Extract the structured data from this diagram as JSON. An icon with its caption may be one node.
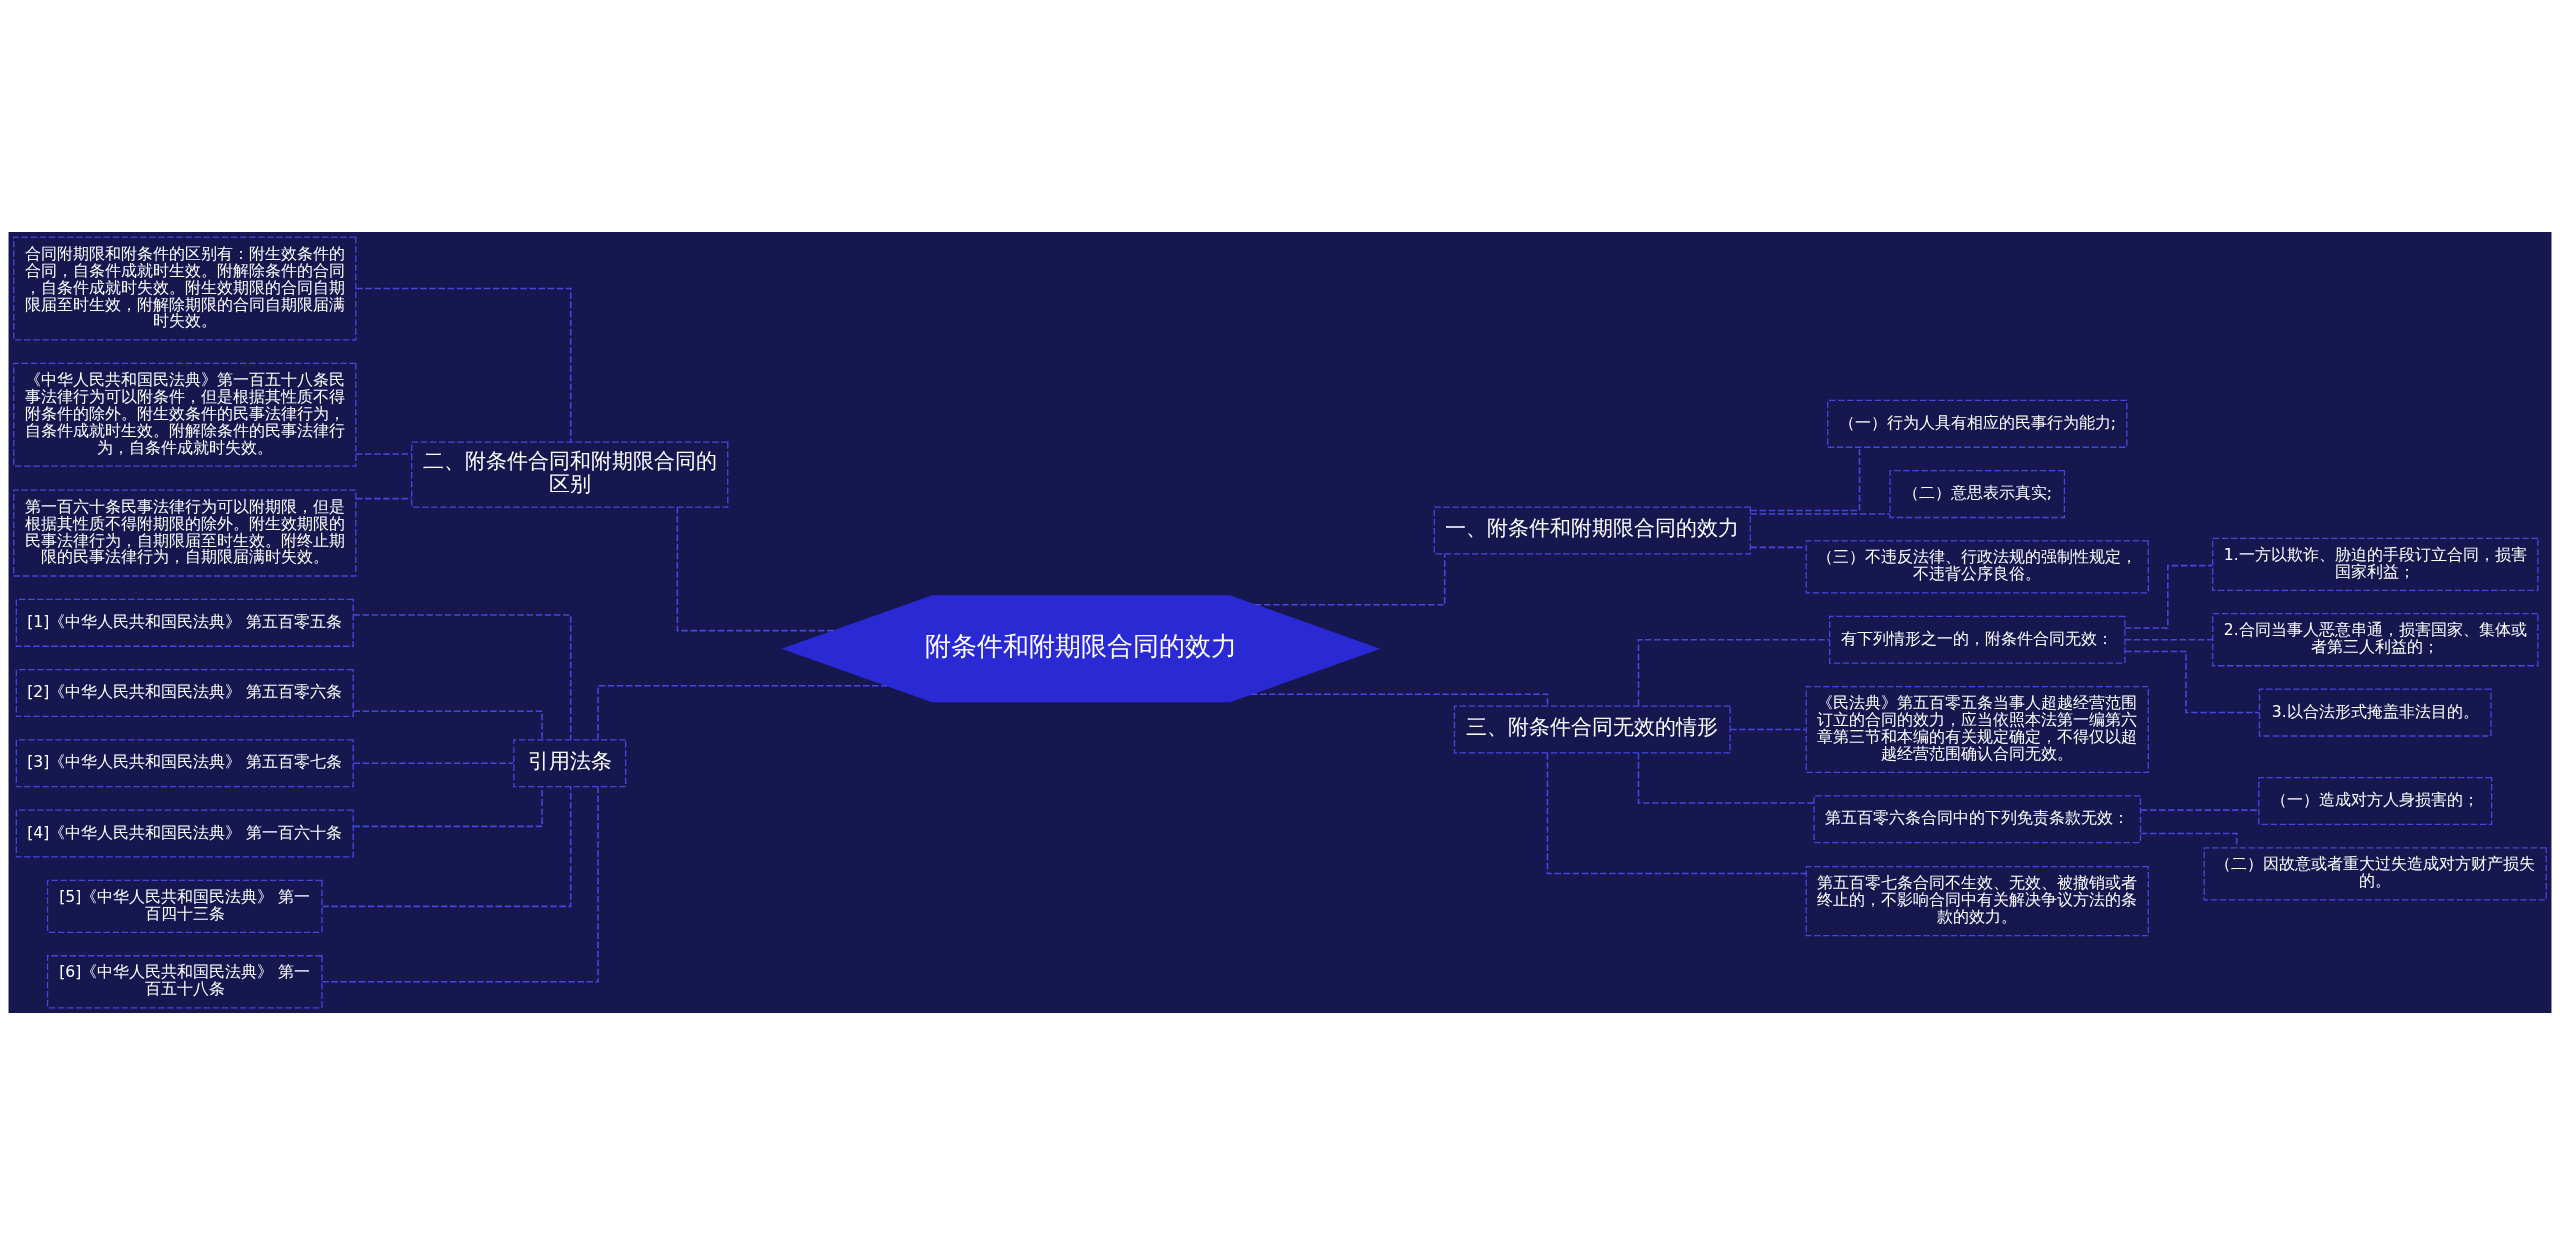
{
  "diagram": {
    "nodes": [
      {
        "text": [
          "附条件和附期限合同的效力"
        ]
      },
      {
        "text": [
          "二、附条件合同和附期限合同的区别"
        ]
      },
      {
        "text": [
          "合同附期限和附条件的区别有：附生效条件的合同，自条件成就时生效。附解除条件的合同，自条件成就时失效。附生效期限的合同自期限届至时生效，附解除期限的合同自期限届满时失效。"
        ]
      },
      {
        "text": [
          "《中华人民共和国民法典》第一百五十八条民事法律行为可以附条件，但是根据其性质不得附条件的除外。附生效条件的民事法律行为，自条件成就时生效。附解除条件的民事法律行为，自条件成就时失效。"
        ]
      },
      {
        "text": [
          "第一百六十条民事法律行为可以附期限，但是根据其性质不得附期限的除外。附生效期限的民事法律行为，自期限届至时生效。附终止期限的民事法律行为，自期限届满时失效。"
        ]
      },
      {
        "text": [
          "引用法条"
        ]
      },
      {
        "text": [
          "[1]《中华人民共和国民法典》 第五百零五条"
        ]
      },
      {
        "text": [
          "[2]《中华人民共和国民法典》 第五百零六条"
        ]
      },
      {
        "text": [
          "[3]《中华人民共和国民法典》 第五百零七条"
        ]
      },
      {
        "text": [
          "[4]《中华人民共和国民法典》 第一百六十条"
        ]
      },
      {
        "text": [
          "[5]《中华人民共和国民法典》 第一百四十三条"
        ]
      },
      {
        "text": [
          "[6]《中华人民共和国民法典》 第一百五十八条"
        ]
      },
      {
        "text": [
          "一、附条件和附期限合同的效力"
        ]
      },
      {
        "text": [
          "（一）行为人具有相应的民事行为能力;"
        ]
      },
      {
        "text": [
          "（二）意思表示真实;"
        ]
      },
      {
        "text": [
          "（三）不违反法律、行政法规的强制性规定，不违背公序良俗。"
        ]
      },
      {
        "text": [
          "三、附条件合同无效的情形"
        ]
      },
      {
        "text": [
          "有下列情形之一的，附条件合同无效："
        ]
      },
      {
        "text": [
          "1.一方以欺诈、胁迫的手段订立合同，损害国家利益；"
        ]
      },
      {
        "text": [
          "2.合同当事人恶意串通，损害国家、集体或者第三人利益的；"
        ]
      },
      {
        "text": [
          "3.以合法形式掩盖非法目的。"
        ]
      },
      {
        "text": [
          "《民法典》第五百零五条当事人超越经营范围订立的合同的效力，应当依照本法第一编第六章第三节和本编的有关规定确定，不得仅以超越经营范围确认合同无效。"
        ]
      },
      {
        "text": [
          "第五百零六条合同中的下列免责条款无效："
        ]
      },
      {
        "text": [
          "（一）造成对方人身损害的；"
        ]
      },
      {
        "text": [
          "（二）因故意或者重大过失造成对方财产损失的。"
        ]
      },
      {
        "text": [
          "第五百零七条合同不生效、无效、被撤销或者终止的，不影响合同中有关解决争议方法的条款的效力。"
        ]
      }
    ],
    "edges": [
      {
        "from": 0,
        "to": 1,
        "arrow": "none"
      },
      {
        "from": 1,
        "to": 2,
        "arrow": "none"
      },
      {
        "from": 1,
        "to": 3,
        "arrow": "none"
      },
      {
        "from": 1,
        "to": 4,
        "arrow": "none"
      },
      {
        "from": 0,
        "to": 5,
        "arrow": "none"
      },
      {
        "from": 5,
        "to": 6,
        "arrow": "none"
      },
      {
        "from": 5,
        "to": 7,
        "arrow": "none"
      },
      {
        "from": 5,
        "to": 8,
        "arrow": "none"
      },
      {
        "from": 5,
        "to": 9,
        "arrow": "none"
      },
      {
        "from": 5,
        "to": 10,
        "arrow": "none"
      },
      {
        "from": 5,
        "to": 11,
        "arrow": "none"
      },
      {
        "from": 0,
        "to": 12,
        "arrow": "none"
      },
      {
        "from": 12,
        "to": 13,
        "arrow": "none"
      },
      {
        "from": 12,
        "to": 14,
        "arrow": "none"
      },
      {
        "from": 12,
        "to": 15,
        "arrow": "none"
      },
      {
        "from": 0,
        "to": 16,
        "arrow": "none"
      },
      {
        "from": 16,
        "to": 17,
        "arrow": "none"
      },
      {
        "from": 17,
        "to": 18,
        "arrow": "none"
      },
      {
        "from": 17,
        "to": 19,
        "arrow": "none"
      },
      {
        "from": 17,
        "to": 20,
        "arrow": "none"
      },
      {
        "from": 16,
        "to": 21,
        "arrow": "none"
      },
      {
        "from": 16,
        "to": 22,
        "arrow": "none"
      },
      {
        "from": 22,
        "to": 23,
        "arrow": "none"
      },
      {
        "from": 22,
        "to": 24,
        "arrow": "none"
      },
      {
        "from": 16,
        "to": 25,
        "arrow": "none"
      }
    ]
  }
}
